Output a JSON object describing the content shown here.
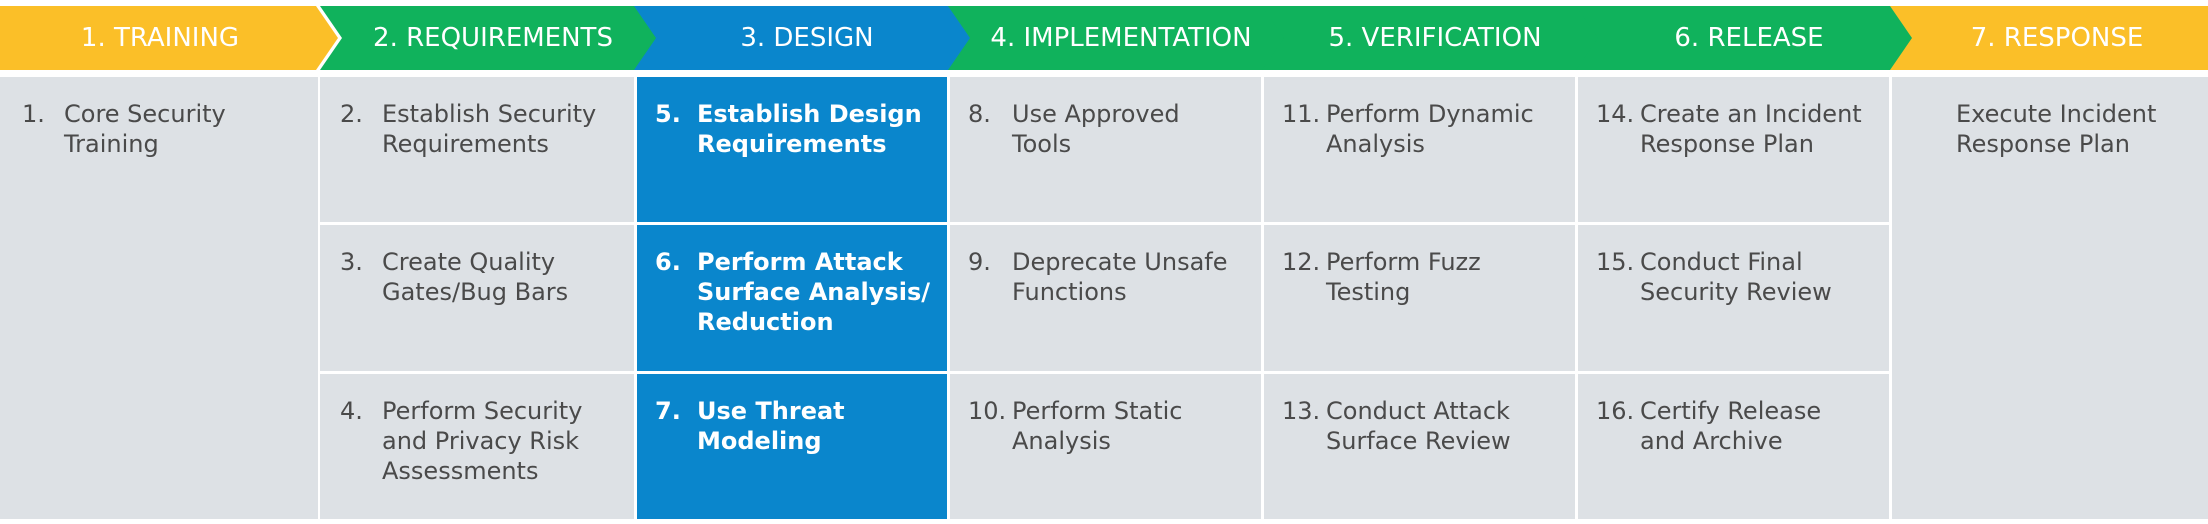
{
  "colors": {
    "yellow": "#fbbf28",
    "green": "#10b25c",
    "blue": "#0a86cc",
    "cell_gray": "#dde1e5",
    "text_gray": "#4a4a4a"
  },
  "phases": [
    {
      "label": "1. TRAINING",
      "color": "yellow"
    },
    {
      "label": "2. REQUIREMENTS",
      "color": "green"
    },
    {
      "label": "3. DESIGN",
      "color": "blue"
    },
    {
      "label": "4. IMPLEMENTATION",
      "color": "green"
    },
    {
      "label": "5. VERIFICATION",
      "color": "green"
    },
    {
      "label": "6. RELEASE",
      "color": "green"
    },
    {
      "label": "7. RESPONSE",
      "color": "yellow"
    }
  ],
  "practices": {
    "training": [
      {
        "num": "1.",
        "text": "Core Security\nTraining"
      }
    ],
    "requirements": [
      {
        "num": "2.",
        "text": "Establish Security\nRequirements"
      },
      {
        "num": "3.",
        "text": "Create Quality\nGates/Bug Bars"
      },
      {
        "num": "4.",
        "text": "Perform Security\nand Privacy Risk\nAssessments"
      }
    ],
    "design": [
      {
        "num": "5.",
        "text": "Establish Design\nRequirements"
      },
      {
        "num": "6.",
        "text": "Perform Attack\nSurface Analysis/\nReduction"
      },
      {
        "num": "7.",
        "text": "Use Threat\nModeling"
      }
    ],
    "implementation": [
      {
        "num": "8.",
        "text": "Use Approved\nTools"
      },
      {
        "num": "9.",
        "text": "Deprecate Unsafe\nFunctions"
      },
      {
        "num": "10.",
        "text": "Perform Static\nAnalysis"
      }
    ],
    "verification": [
      {
        "num": "11.",
        "text": "Perform Dynamic\nAnalysis"
      },
      {
        "num": "12.",
        "text": "Perform Fuzz\nTesting"
      },
      {
        "num": "13.",
        "text": "Conduct Attack\nSurface Review"
      }
    ],
    "release": [
      {
        "num": "14.",
        "text": "Create an Incident\nResponse Plan"
      },
      {
        "num": "15.",
        "text": "Conduct Final\nSecurity Review"
      },
      {
        "num": "16.",
        "text": "Certify Release\nand Archive"
      }
    ],
    "response": [
      {
        "num": "",
        "text": "Execute Incident\nResponse Plan"
      }
    ]
  }
}
